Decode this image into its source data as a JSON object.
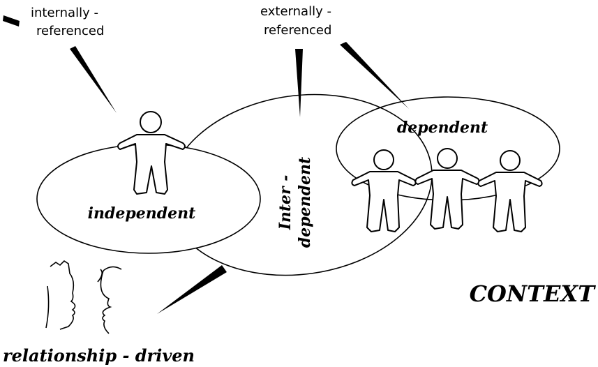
{
  "labels": {
    "internally_1": "internally -",
    "internally_2": "referenced",
    "externally_1": "externally -",
    "externally_2": "referenced",
    "dependent": "dependent",
    "inter_1": "Inter -",
    "inter_2": "dependent",
    "independent": "independent",
    "context": "CONTEXT",
    "relationship": "relationship - driven"
  },
  "colors": {
    "ink": "#000000",
    "paper": "#ffffff"
  }
}
